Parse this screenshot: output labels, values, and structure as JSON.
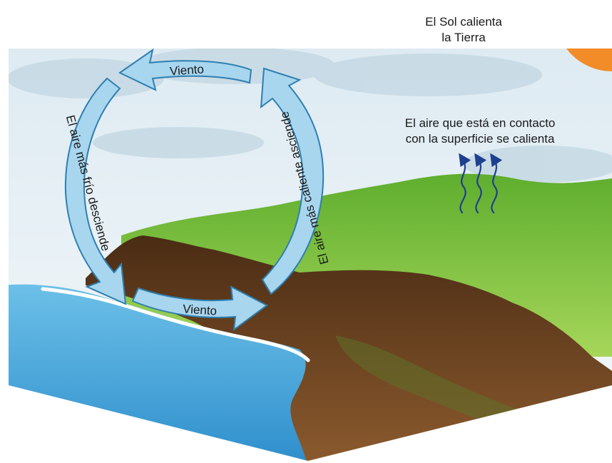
{
  "labels": {
    "sun_line1": "El Sol calienta",
    "sun_line2": "la Tierra",
    "warm_line1": "El aire que está en contacto",
    "warm_line2": "con la superficie se calienta",
    "wind_top": "Viento",
    "wind_bottom": "Viento",
    "cold_air": "El aire más frío desciende",
    "hot_air": "El aire más caliente asciende"
  },
  "colors": {
    "sun": "#f28c28",
    "sky_cloud": "#c9dde8",
    "grass": "#7cc242",
    "cliff": "#7a4a26",
    "sea": "#4aa9d9",
    "arrow_fill": "#a8d6ee",
    "arrow_stroke": "#2f7fb0",
    "heat_arrow": "#1f3f8f"
  },
  "icons": [
    "wind-arrow-icon",
    "heat-wave-arrow-icon"
  ]
}
